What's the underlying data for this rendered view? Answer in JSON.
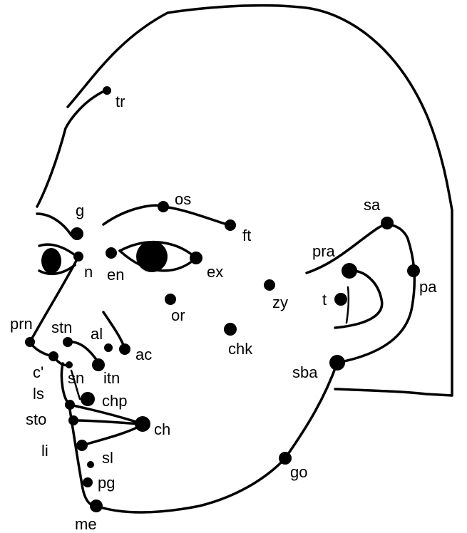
{
  "landmarks": [
    {
      "id": "tr",
      "label": "tr"
    },
    {
      "id": "g",
      "label": "g"
    },
    {
      "id": "os",
      "label": "os"
    },
    {
      "id": "ft",
      "label": "ft"
    },
    {
      "id": "sa",
      "label": "sa"
    },
    {
      "id": "n",
      "label": "n"
    },
    {
      "id": "en",
      "label": "en"
    },
    {
      "id": "ex",
      "label": "ex"
    },
    {
      "id": "pra",
      "label": "pra"
    },
    {
      "id": "pa",
      "label": "pa"
    },
    {
      "id": "zy",
      "label": "zy"
    },
    {
      "id": "t",
      "label": "t"
    },
    {
      "id": "or",
      "label": "or"
    },
    {
      "id": "prn",
      "label": "prn"
    },
    {
      "id": "stn",
      "label": "stn"
    },
    {
      "id": "al",
      "label": "al"
    },
    {
      "id": "ac",
      "label": "ac"
    },
    {
      "id": "chk",
      "label": "chk"
    },
    {
      "id": "c_prime",
      "label": "c'"
    },
    {
      "id": "sn",
      "label": "sn"
    },
    {
      "id": "itn",
      "label": "itn"
    },
    {
      "id": "sba",
      "label": "sba"
    },
    {
      "id": "ls",
      "label": "ls"
    },
    {
      "id": "chp",
      "label": "chp"
    },
    {
      "id": "sto",
      "label": "sto"
    },
    {
      "id": "ch",
      "label": "ch"
    },
    {
      "id": "li",
      "label": "li"
    },
    {
      "id": "sl",
      "label": "sl"
    },
    {
      "id": "go",
      "label": "go"
    },
    {
      "id": "pg",
      "label": "pg"
    },
    {
      "id": "me",
      "label": "me"
    }
  ]
}
